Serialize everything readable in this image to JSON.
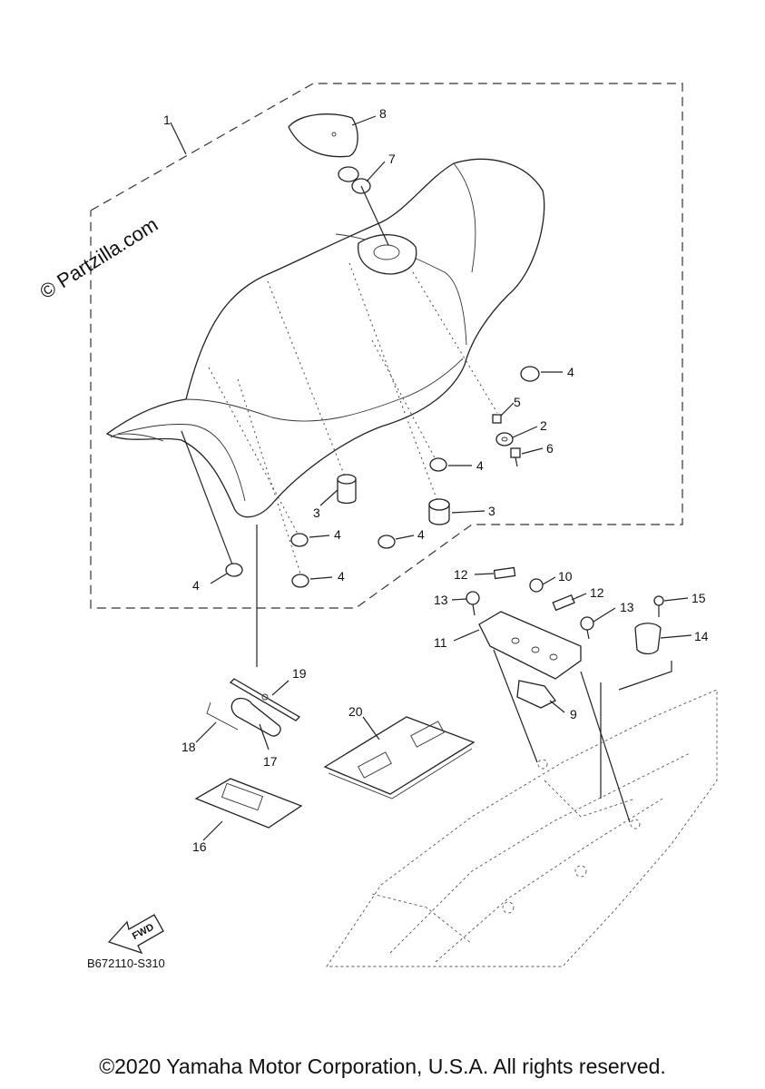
{
  "watermark": "© Partzilla.com",
  "diagram_code": "B672110-S310",
  "direction_marker": "FWD",
  "copyright": "©2020 Yamaha Motor Corporation, U.S.A. All rights reserved.",
  "callouts": {
    "c1": "1",
    "c2": "2",
    "c3a": "3",
    "c3b": "3",
    "c4a": "4",
    "c4b": "4",
    "c4c": "4",
    "c4d": "4",
    "c4e": "4",
    "c4f": "4",
    "c5": "5",
    "c6": "6",
    "c7": "7",
    "c8": "8",
    "c9": "9",
    "c10": "10",
    "c11": "11",
    "c12a": "12",
    "c12b": "12",
    "c13a": "13",
    "c13b": "13",
    "c14": "14",
    "c15": "15",
    "c16": "16",
    "c17": "17",
    "c18": "18",
    "c19": "19",
    "c20": "20"
  }
}
